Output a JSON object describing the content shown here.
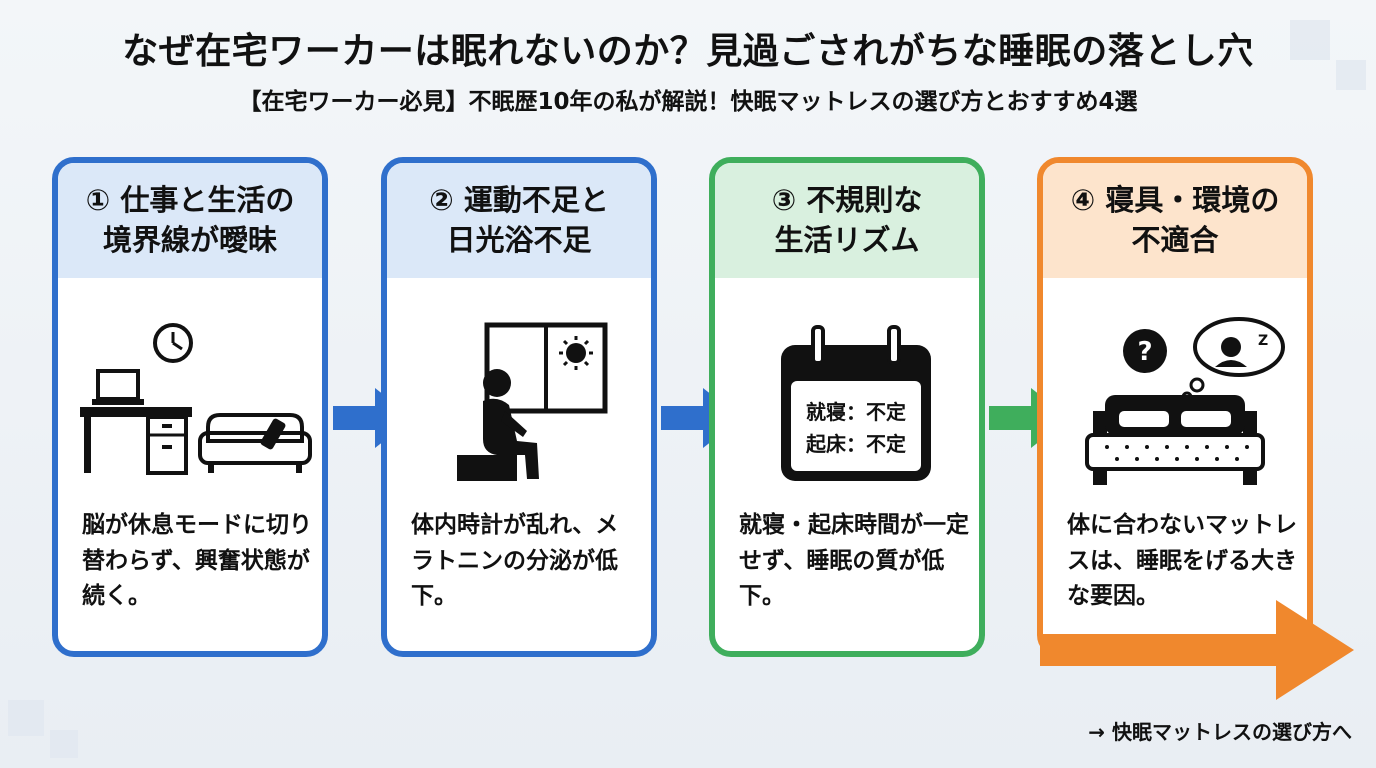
{
  "title": "なぜ在宅ワーカーは眠れないのか？見過ごされがちな睡眠の落とし穴",
  "subtitle": "【在宅ワーカー必見】不眠歴10年の私が解説！快眠マットレスの選び方とおすすめ4選",
  "cards": [
    {
      "line1": "① 仕事と生活の",
      "line2": "境界線が曖昧",
      "body": "脳が休息モードに切り替わらず、興奮状態が続く。",
      "icon": "desk-laptop-clock-sofa-icon",
      "color": "#2f6fcc"
    },
    {
      "line1": "② 運動不足と",
      "line2": "日光浴不足",
      "body": "体内時計が乱れ、メラトニンの分泌が低下。",
      "icon": "person-sitting-window-sun-icon",
      "color": "#2f6fcc"
    },
    {
      "line1": "③ 不規則な",
      "line2": "生活リズム",
      "body": "就寝・起床時間が一定せず、睡眠の質が低下。",
      "icon": "calendar-icon",
      "calendar_line1": "就寝：不定",
      "calendar_line2": "起床：不定",
      "color": "#3fae5c"
    },
    {
      "line1": "④ 寝具・環境の",
      "line2": "不適合",
      "body": "体に合わないマットレスは、睡眠をげる大きな要因。",
      "icon": "bed-question-thought-icon",
      "thought_text": "Z",
      "color": "#f0882d"
    }
  ],
  "footer": "→ 快眠マットレスの選び方へ"
}
